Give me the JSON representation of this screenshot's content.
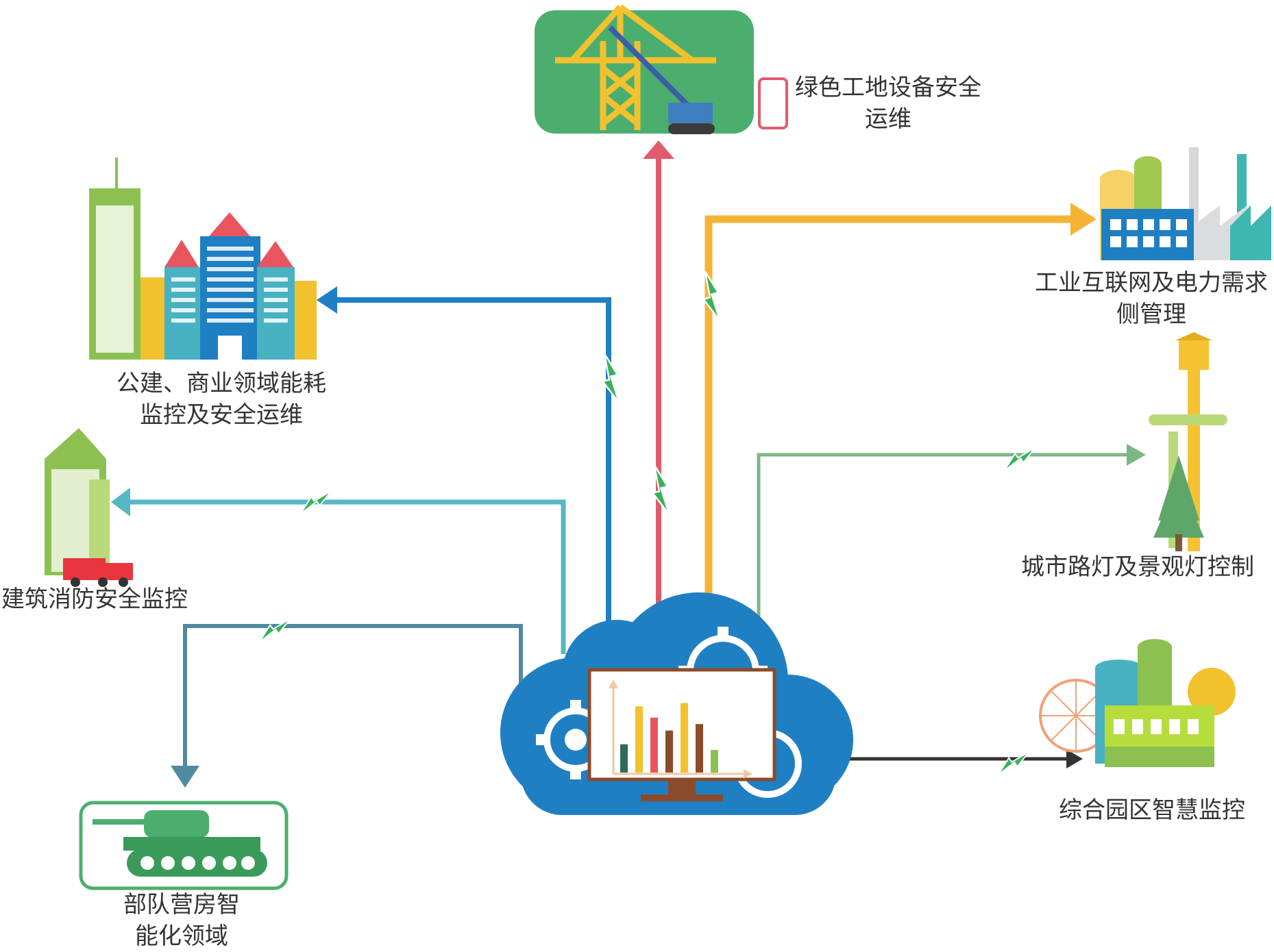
{
  "nodes": {
    "construction": {
      "lines": [
        "绿色工地设备安全",
        "运维"
      ],
      "icon": "crane-icon"
    },
    "industrial": {
      "lines": [
        "工业互联网及电力需求",
        "侧管理"
      ],
      "icon": "factory-icon"
    },
    "commercial": {
      "lines": [
        "公建、商业领域能耗",
        "监控及安全运维"
      ],
      "icon": "buildings-icon"
    },
    "fire": {
      "lines": [
        "建筑消防安全监控"
      ],
      "icon": "fire-truck-building-icon"
    },
    "streetlight": {
      "lines": [
        "城市路灯及景观灯控制"
      ],
      "icon": "street-lamp-icon"
    },
    "barracks": {
      "lines": [
        "部队营房智",
        "能化领域"
      ],
      "icon": "tank-icon"
    },
    "park": {
      "lines": [
        "综合园区智慧监控"
      ],
      "icon": "park-icon"
    }
  },
  "hub": {
    "icon": "cloud-monitor-icon",
    "bar_chart": [
      0.35,
      0.82,
      0.68,
      0.52,
      0.86,
      0.6,
      0.28
    ]
  },
  "colors": {
    "blue": "#1f7fc3",
    "red": "#e15b6e",
    "orange": "#f5b335",
    "teal": "#55b8c4",
    "slate": "#4f8aa0",
    "green": "#7db884",
    "dark": "#333333",
    "bolt": "#3bb05c"
  }
}
